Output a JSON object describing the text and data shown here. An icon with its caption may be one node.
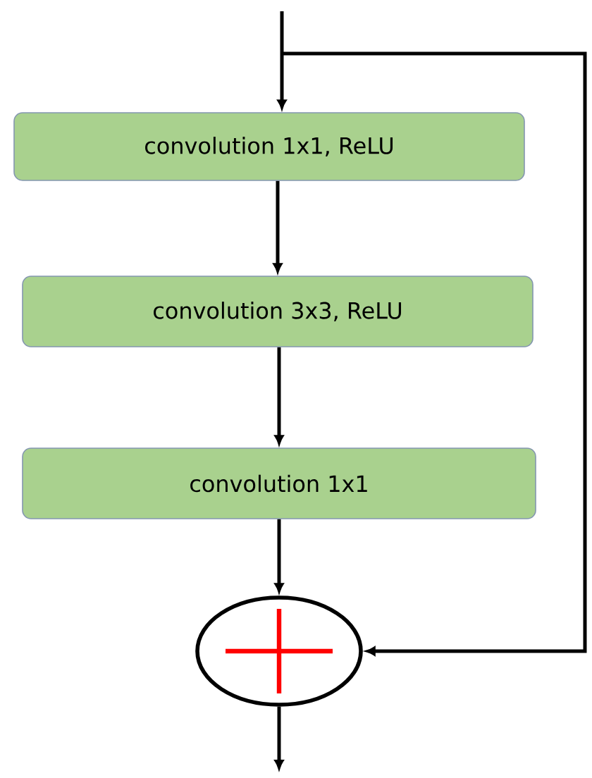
{
  "diagram": {
    "nodes": [
      {
        "text": [
          "convolution 1x1, ReLU"
        ]
      },
      {
        "text": [
          "convolution 3x3, ReLU"
        ]
      },
      {
        "text": [
          "convolution 1x1"
        ]
      },
      {
        "text": [],
        "shape": "circle"
      }
    ],
    "edges": [
      {
        "from": null,
        "to": 0,
        "arrow": "to"
      },
      {
        "from": 0,
        "to": 1,
        "arrow": "to"
      },
      {
        "from": 1,
        "to": 2,
        "arrow": "to"
      },
      {
        "from": 2,
        "to": 3,
        "arrow": "to"
      },
      {
        "from": null,
        "to": 3,
        "arrow": "to"
      },
      {
        "from": 3,
        "to": null,
        "arrow": "to"
      }
    ]
  }
}
